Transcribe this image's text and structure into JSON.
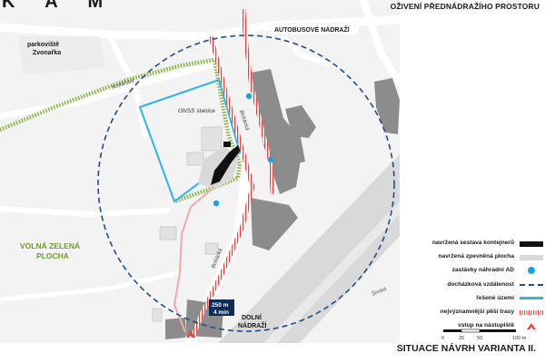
{
  "header": {
    "logo": "K A M",
    "title": "OŽIVENÍ PŘEDNÁDRAŽÍHO PROSTORU"
  },
  "map": {
    "labels": {
      "parking_line1": "parkoviště",
      "parking_line2": "Zvonařka",
      "street_kotlarska": "Kotlářská",
      "gnss": "GNSS stanice",
      "street_bosacka_upper": "Bošácká",
      "street_bosacka_lower": "Bošácká",
      "green_line1": "VOLNÁ ZELENÁ",
      "green_line2": "PLOCHA",
      "bus_station": "AUTOBUSOVÉ NÁDRAŽÍ",
      "lower_station_line1": "DOLNÍ",
      "lower_station_line2": "NÁDRAŽÍ",
      "street_siroka": "Široká",
      "distance": "250 m",
      "time": "4 min"
    },
    "scale": {
      "ticks": [
        "0",
        "25",
        "50",
        "100 m"
      ]
    },
    "colors": {
      "buildings": "#8c8c8c",
      "paved": "#d9d9d9",
      "green_route": "#8ab54a",
      "study_area": "#29b6e6",
      "walk_circle": "#1b4f8a",
      "ped_route": "#e8443f",
      "stops": "#1aa3dc",
      "containers": "#111111"
    }
  },
  "legend": {
    "items": [
      {
        "label": "navržená sestava kontejnerů",
        "symbol": "black"
      },
      {
        "label": "navržená zpevněná plocha",
        "symbol": "gray"
      },
      {
        "label": "zastávky náhradní AD",
        "symbol": "dot"
      },
      {
        "label": "docházková vzdálenost",
        "symbol": "dash"
      },
      {
        "label": "řešené území",
        "symbol": "cyan"
      },
      {
        "label": "nejvýznamnější pěší trasy",
        "symbol": "hatch"
      },
      {
        "label": "vstup na nástupiště",
        "symbol": "chevron-icon"
      }
    ]
  },
  "footer": {
    "title": "SITUACE NÁVRH VARIANTA II."
  }
}
